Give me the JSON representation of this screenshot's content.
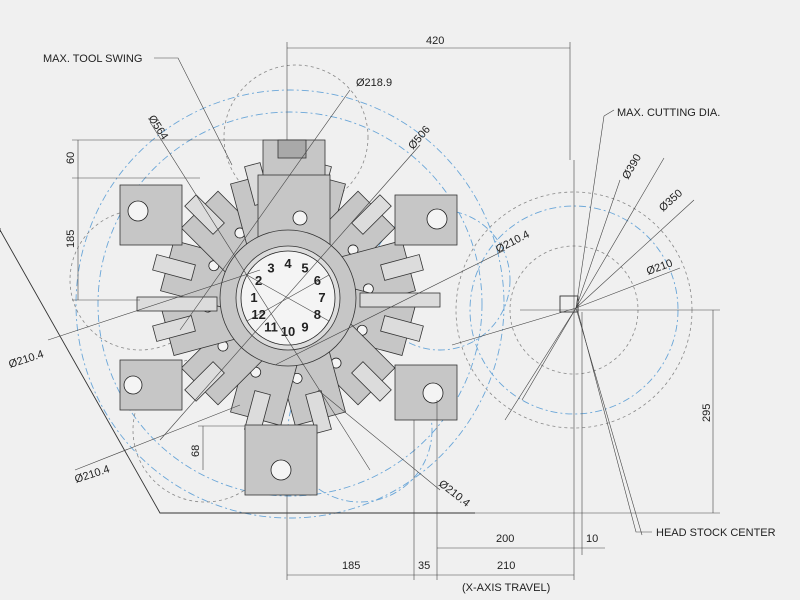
{
  "labels": {
    "max_tool_swing": "MAX. TOOL SWING",
    "max_cutting_dia": "MAX. CUTTING DIA.",
    "head_stock_center": "HEAD STOCK CENTER",
    "x_axis_travel": "(X-AXIS TRAVEL)"
  },
  "dimensions": {
    "d420": "420",
    "d60": "60",
    "d185_v": "185",
    "d68": "68",
    "d295": "295",
    "d185_h": "185",
    "d35": "35",
    "d210": "210",
    "d200": "200",
    "d10": "10"
  },
  "diameters": {
    "dia_218_9": "Ø218.9",
    "dia_564": "Ø564",
    "dia_506": "Ø506",
    "dia_390": "Ø390",
    "dia_350": "Ø350",
    "dia_210": "Ø210",
    "dia_210_4_right": "Ø210.4",
    "dia_210_4_left": "Ø210.4",
    "dia_210_4_bottom_left": "Ø210.4",
    "dia_210_4_bottom_right": "Ø210.4"
  },
  "station_numbers": [
    "1",
    "2",
    "3",
    "4",
    "5",
    "6",
    "7",
    "8",
    "9",
    "10",
    "11",
    "12"
  ]
}
